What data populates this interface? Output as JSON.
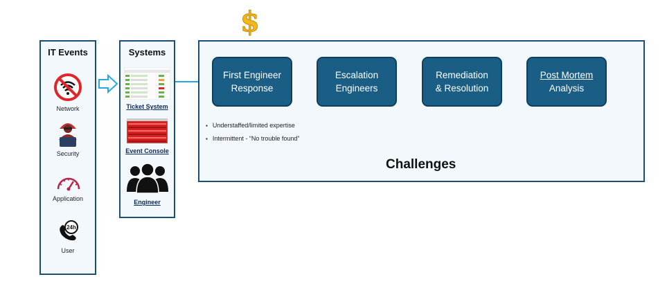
{
  "it_events": {
    "title": "IT Events",
    "items": [
      {
        "label": "Network",
        "icon": "no-wifi-icon"
      },
      {
        "label": "Security",
        "icon": "hacker-icon"
      },
      {
        "label": "Application",
        "icon": "gauge-icon"
      },
      {
        "label": "User",
        "icon": "phone-24h-icon"
      }
    ]
  },
  "systems": {
    "title": "Systems",
    "items": [
      {
        "label": "Ticket System",
        "icon": "spreadsheet-thumbnail"
      },
      {
        "label": "Event Console",
        "icon": "console-thumbnail"
      },
      {
        "label": "Engineer",
        "icon": "people-icon"
      }
    ]
  },
  "process": {
    "steps": [
      {
        "line1": "First Engineer",
        "line2": "Response"
      },
      {
        "line1": "Escalation",
        "line2": "Engineers"
      },
      {
        "line1": "Remediation",
        "line2": "& Resolution"
      },
      {
        "line1": "Post Mortem",
        "line2": "Analysis"
      }
    ],
    "bullets": [
      "Understaffed/limited expertise",
      "Intermittent - “No trouble found”"
    ],
    "footer": "Challenges"
  },
  "cost_symbol": "$",
  "colors": {
    "panel_border": "#1b4f72",
    "step_fill": "#1a5e86",
    "arrow": "#29a8e0",
    "dollar": "#f4b81c"
  }
}
